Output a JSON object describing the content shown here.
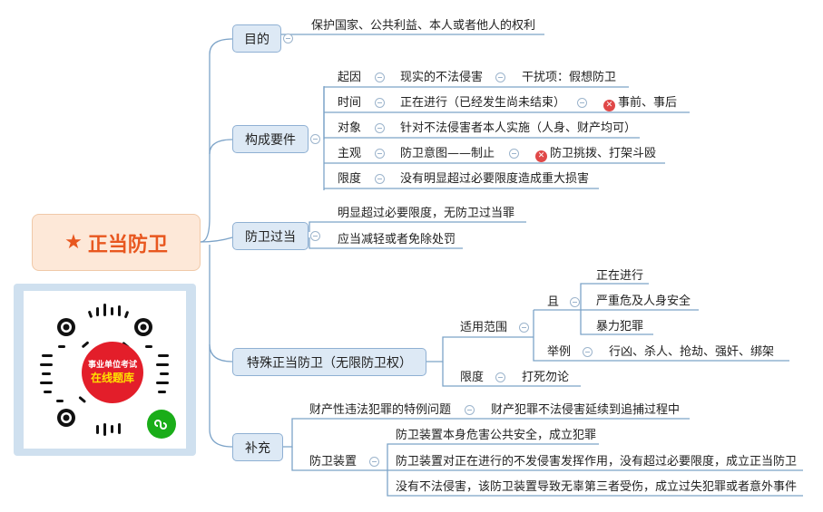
{
  "root": {
    "label": "正当防卫",
    "icon": "star-icon"
  },
  "branches": {
    "purpose": {
      "label": "目的",
      "items": [
        "保护国家、公共利益、本人或者他人的权利"
      ]
    },
    "elements": {
      "label": "构成要件",
      "rows": [
        {
          "label": "起因",
          "value": "现实的不法侵害",
          "extra": "干扰项：假想防卫"
        },
        {
          "label": "时间",
          "value": "正在进行（已经发生尚未结束）",
          "extra": "事前、事后"
        },
        {
          "label": "对象",
          "value": "针对不法侵害者本人实施（人身、财产均可）"
        },
        {
          "label": "主观",
          "value": "防卫意图——制止",
          "extra": "防卫挑拨、打架斗殴"
        },
        {
          "label": "限度",
          "value": "没有明显超过必要限度造成重大损害"
        }
      ]
    },
    "excess": {
      "label": "防卫过当",
      "items": [
        "明显超过必要限度，无防卫过当罪",
        "应当减轻或者免除处罚"
      ]
    },
    "special": {
      "label": "特殊正当防卫（无限防卫权）",
      "scope": {
        "label": "适用范围",
        "and": {
          "label": "且",
          "items": [
            "正在进行",
            "严重危及人身安全",
            "暴力犯罪"
          ]
        },
        "example": {
          "label": "举例",
          "value": "行凶、杀人、抢劫、强奸、绑架"
        }
      },
      "limit": {
        "label": "限度",
        "value": "打死勿论"
      }
    },
    "supplement": {
      "label": "补充",
      "property": {
        "label": "财产性违法犯罪的特例问题",
        "value": "财产犯罪不法侵害延续到追捕过程中"
      },
      "device": {
        "label": "防卫装置",
        "items": [
          "防卫装置本身危害公共安全，成立犯罪",
          "防卫装置对正在进行的不发侵害发挥作用，没有超过必要限度，成立正当防卫",
          "没有不法侵害，该防卫装置导致无辜第三者受伤，成立过失犯罪或者意外事件"
        ]
      }
    }
  },
  "qr": {
    "badge_line1": "事业单位考试",
    "badge_line2": "在线题库",
    "icon": "mini-program-icon"
  },
  "colors": {
    "line": "#7ca3c8",
    "node_fill": "#dde9f5",
    "root_fill": "#fde8d8",
    "root_text": "#e8571f",
    "error": "#e04848"
  }
}
